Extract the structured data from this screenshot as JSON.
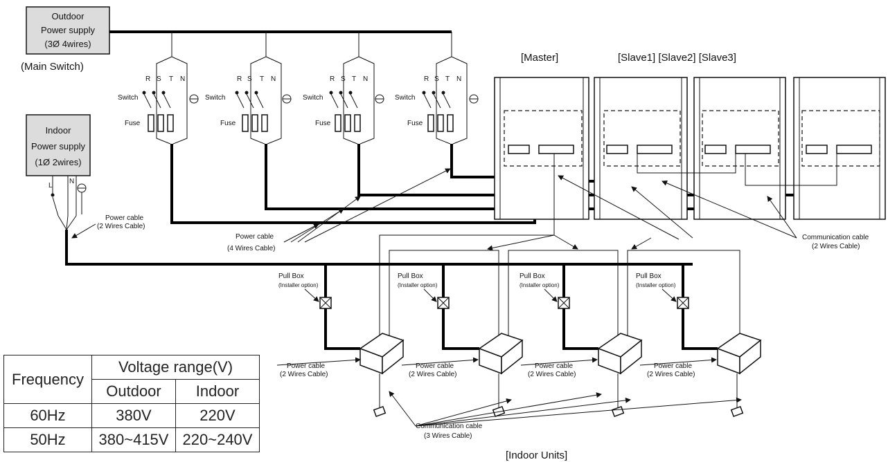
{
  "labels": {
    "outdoor_supply": [
      "Outdoor",
      "Power supply",
      "(3Ø 4wires)"
    ],
    "main_switch": "(Main Switch)",
    "indoor_supply": [
      "Indoor",
      "Power supply",
      "(1Ø 2wires)"
    ],
    "L": "L",
    "N": "N",
    "phase_R": "R",
    "phase_S": "S",
    "phase_T": "T",
    "phase_N": "N",
    "switch": "Switch",
    "fuse": "Fuse",
    "master": "[Master]",
    "slaves": "[Slave1]  [Slave2]  [Slave3]",
    "power_cable": "Power cable",
    "two_wires": "(2 Wires Cable)",
    "four_wires": "(4 Wires Cable)",
    "comm_cable": "Communication cable",
    "comm_cable_2": "(2 Wires Cable)",
    "comm_cable_3": "(3 Wires Cable)",
    "pull_box": "Pull Box",
    "installer_option": "(Installer option)",
    "indoor_units": "[Indoor Units]"
  },
  "table": {
    "header_frequency": "Frequency",
    "header_voltage": "Voltage range(V)",
    "header_outdoor": "Outdoor",
    "header_indoor": "Indoor",
    "rows": [
      {
        "freq": "60Hz",
        "outdoor": "380V",
        "indoor": "220V"
      },
      {
        "freq": "50Hz",
        "outdoor": "380~415V",
        "indoor": "220~240V"
      }
    ]
  }
}
